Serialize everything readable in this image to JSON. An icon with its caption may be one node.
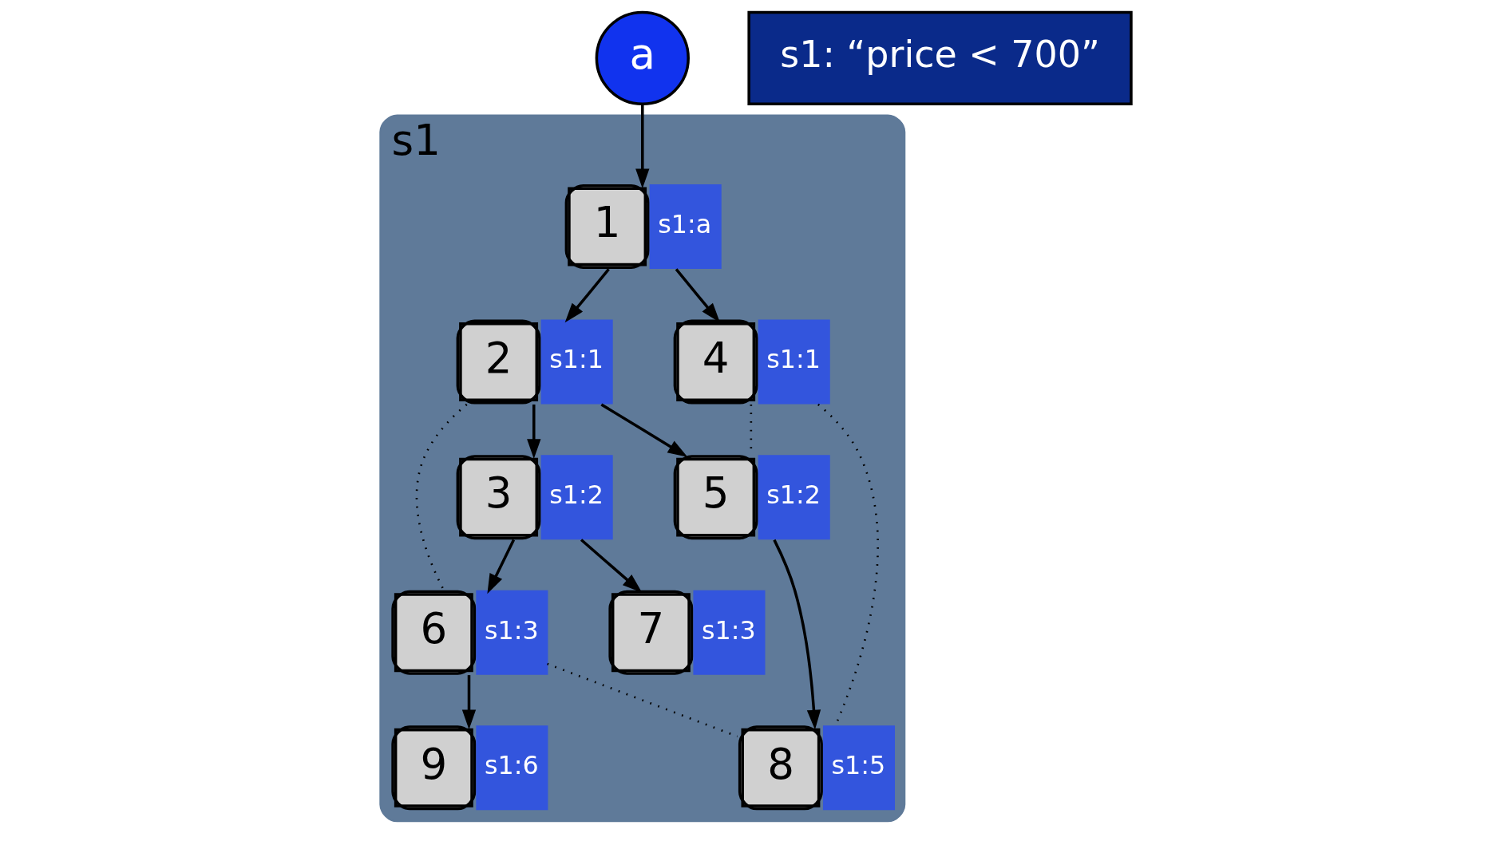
{
  "diagram": {
    "nodes": [
      {
        "text": [
          "s1"
        ]
      },
      {
        "text": [
          "a"
        ]
      },
      {
        "text": [
          "1"
        ],
        "in": 0,
        "beside": [
          "s1:a"
        ]
      },
      {
        "text": [
          "2"
        ],
        "in": 0,
        "beside": [
          "s1:1"
        ]
      },
      {
        "text": [
          "3"
        ],
        "in": 0,
        "beside": [
          "s1:2"
        ]
      },
      {
        "text": [
          "4"
        ],
        "in": 0,
        "beside": [
          "s1:1"
        ]
      },
      {
        "text": [
          "5"
        ],
        "in": 0,
        "beside": [
          "s1:2"
        ]
      },
      {
        "text": [
          "6"
        ],
        "in": 0,
        "beside": [
          "s1:3"
        ]
      },
      {
        "text": [
          "7"
        ],
        "in": 0,
        "beside": [
          "s1:3"
        ]
      },
      {
        "text": [
          "8"
        ],
        "in": 0,
        "beside": [
          "s1:5"
        ]
      },
      {
        "text": [
          "9"
        ],
        "in": 0,
        "beside": [
          "s1:6"
        ]
      },
      {
        "text": [
          "s1: “price < 700”"
        ]
      }
    ],
    "edges": [
      {
        "from": 1,
        "to": 2,
        "arrow": "to"
      },
      {
        "from": 2,
        "to": 3,
        "arrow": "to"
      },
      {
        "from": 2,
        "to": 5,
        "arrow": "to"
      },
      {
        "from": 3,
        "to": 6,
        "arrow": "to"
      },
      {
        "from": 3,
        "to": 4,
        "arrow": "to"
      },
      {
        "from": 3,
        "to": 7,
        "arrow": "none",
        "style": "dashed"
      },
      {
        "from": 4,
        "to": 7,
        "arrow": "to"
      },
      {
        "from": 4,
        "to": 8,
        "arrow": "to"
      },
      {
        "from": 5,
        "to": 6,
        "arrow": "none",
        "style": "dashed"
      },
      {
        "from": 5,
        "to": 9,
        "arrow": "none",
        "style": "dashed"
      },
      {
        "from": 6,
        "to": 9,
        "arrow": "to"
      },
      {
        "from": 7,
        "to": 9,
        "arrow": "none",
        "style": "dashed"
      },
      {
        "from": 7,
        "to": 10,
        "arrow": "to"
      }
    ]
  }
}
